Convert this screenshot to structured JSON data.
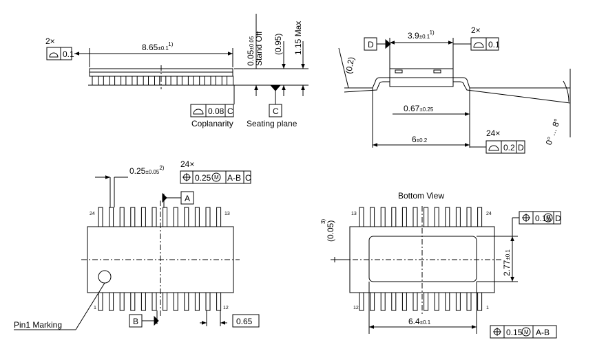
{
  "side_view": {
    "count_2x": "2×",
    "flatness_value": "0.1",
    "length_main": "8.65",
    "length_tol": "±0.1",
    "length_note": "1)",
    "standoff_value": "0.05",
    "standoff_tol": "±0.05",
    "standoff_label": "Stand Off",
    "ref_095": "(0.95)",
    "max_height": "1.15 Max",
    "coplanarity_value": "0.08",
    "coplanarity_datum": "C",
    "coplanarity_label": "Coplanarity",
    "seating_datum": "C",
    "seating_label": "Seating plane"
  },
  "end_view": {
    "datum_d": "D",
    "width_main": "3.9",
    "width_tol": "±0.1",
    "width_note": "1)",
    "count_2x": "2×",
    "flatness_value": "0.1",
    "ref_02": "(0.2)",
    "lead_len_main": "0.67",
    "lead_len_tol": "±0.25",
    "span_main": "6",
    "span_tol": "±0.2",
    "count_24x": "24×",
    "profile_value": "0.2",
    "profile_datum": "D",
    "angle": "0° ... 8°"
  },
  "top_view": {
    "lead_w_main": "0.25",
    "lead_w_tol": "±0.05",
    "lead_w_note": "2)",
    "count_24x": "24×",
    "pos_tol": "0.25",
    "pos_mod": "M",
    "pos_datums": "A-B",
    "pos_datum2": "C",
    "datum_a": "A",
    "datum_b": "B",
    "pin24": "24",
    "pin13": "13",
    "pin1": "1",
    "pin12": "12",
    "pitch": "0.65",
    "pin1_label": "Pin1 Marking"
  },
  "bottom_view": {
    "title": "Bottom View",
    "pin13": "13",
    "pin24": "24",
    "pin12": "12",
    "pin1": "1",
    "ref_005": "(0.05)",
    "ref_005_note": "3)",
    "pad_h_main": "2.77",
    "pad_h_tol": "±0.1",
    "pad_pos_value": "0.15",
    "pad_pos_mod": "M",
    "pad_pos_datum": "D",
    "pad_w_main": "6.4",
    "pad_w_tol": "±0.1",
    "pad_w_pos_value": "0.15",
    "pad_w_pos_mod": "M",
    "pad_w_pos_datum": "A-B"
  }
}
